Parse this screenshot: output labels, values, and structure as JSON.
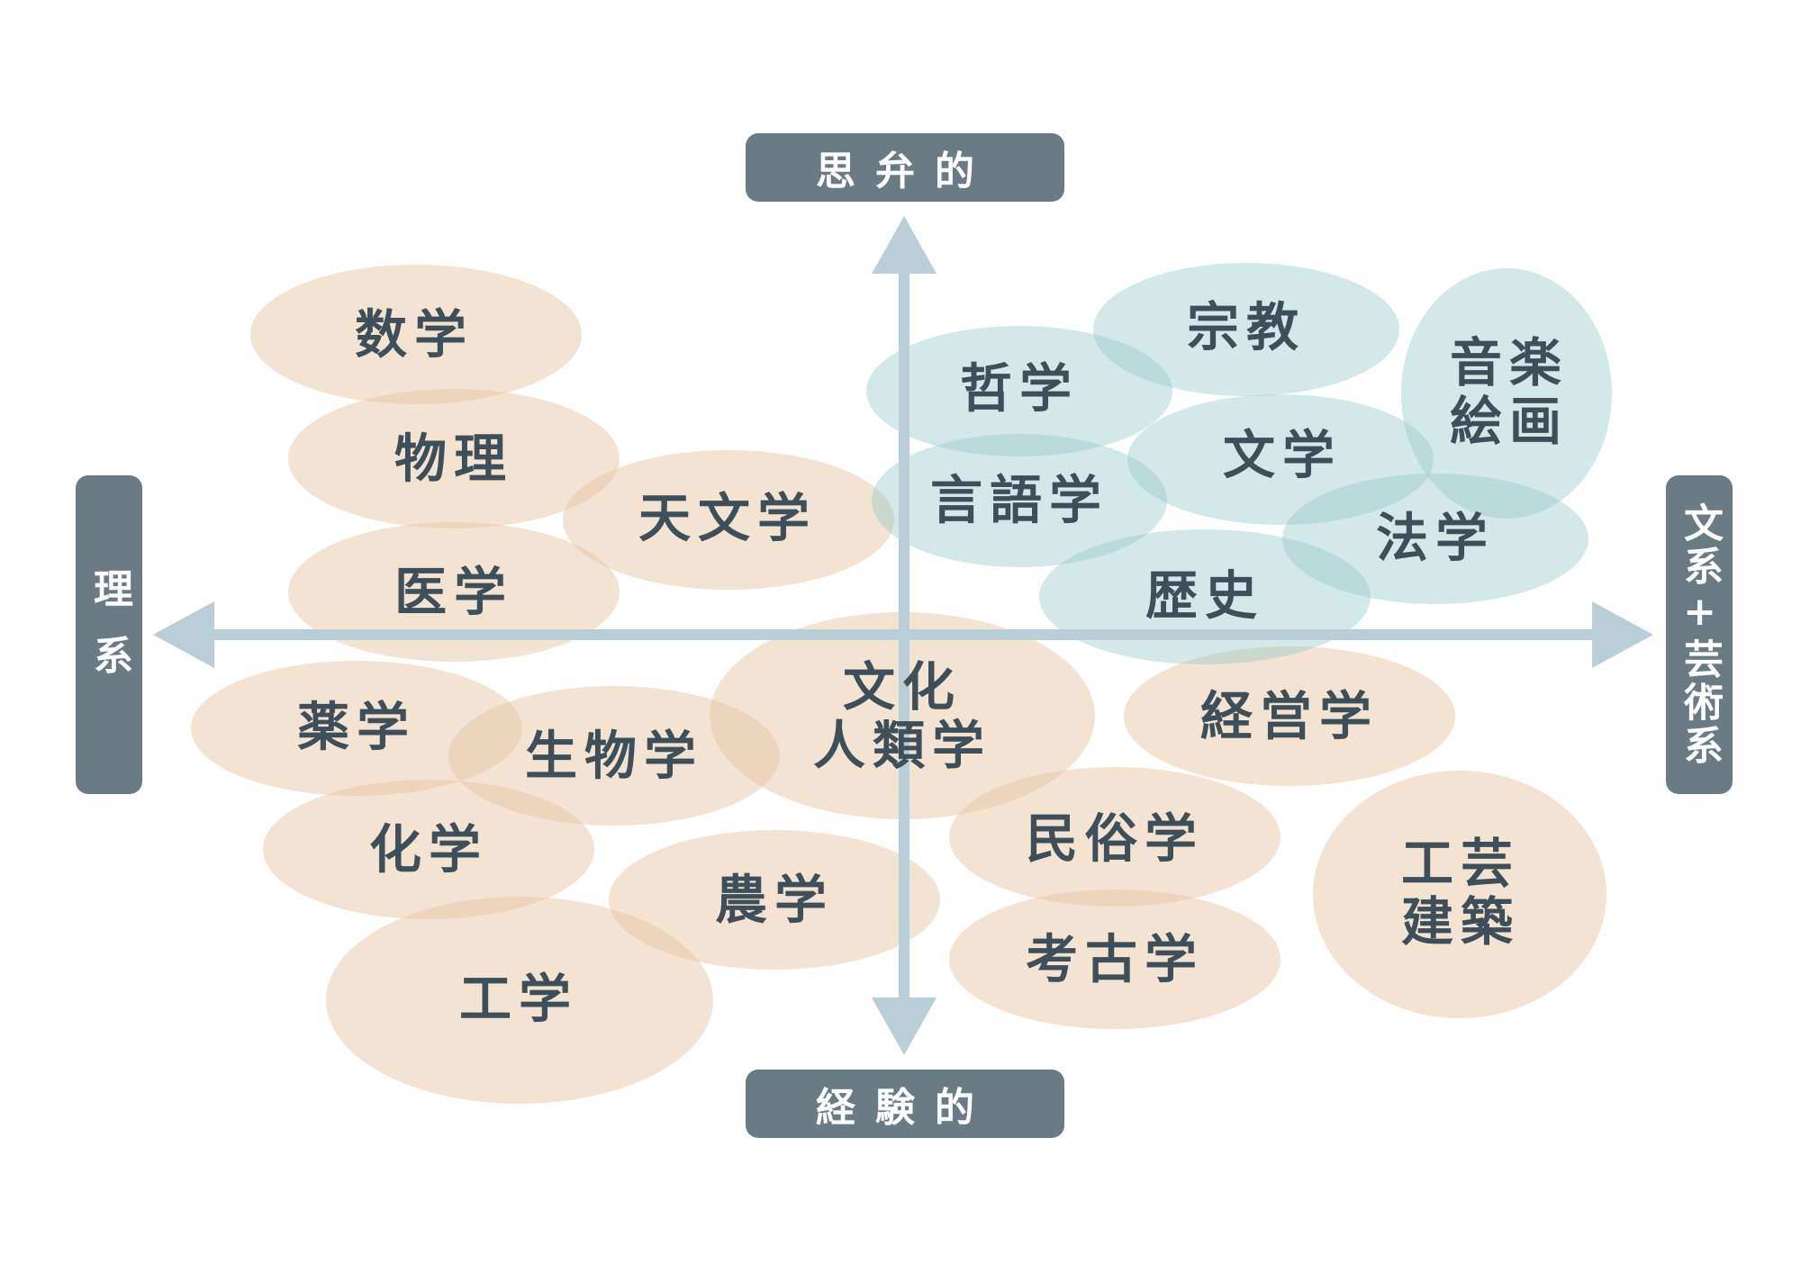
{
  "axes": {
    "top": "思弁的",
    "bottom": "経験的",
    "left": "理系",
    "right": "文系+芸術系"
  },
  "colors": {
    "science_fill": "#e8c8a6",
    "humanities_fill": "#96c8c8",
    "axis_arrow": "#b9ced6",
    "axis_label_bg": "#6b7b84",
    "label_text": "#3f4f59"
  },
  "disciplines": {
    "math": "数学",
    "physics": "物理",
    "astronomy": "天文学",
    "medicine": "医学",
    "pharmacy": "薬学",
    "biology": "生物学",
    "cultural_anthropology": "文化\n人類学",
    "chemistry": "化学",
    "agriculture": "農学",
    "engineering": "工学",
    "religion": "宗教",
    "philosophy": "哲学",
    "music_painting": "音楽\n絵画",
    "literature": "文学",
    "linguistics": "言語学",
    "law": "法学",
    "history": "歴史",
    "business": "経営学",
    "folklore": "民俗学",
    "archaeology": "考古学",
    "crafts_architecture": "工芸\n建築"
  }
}
